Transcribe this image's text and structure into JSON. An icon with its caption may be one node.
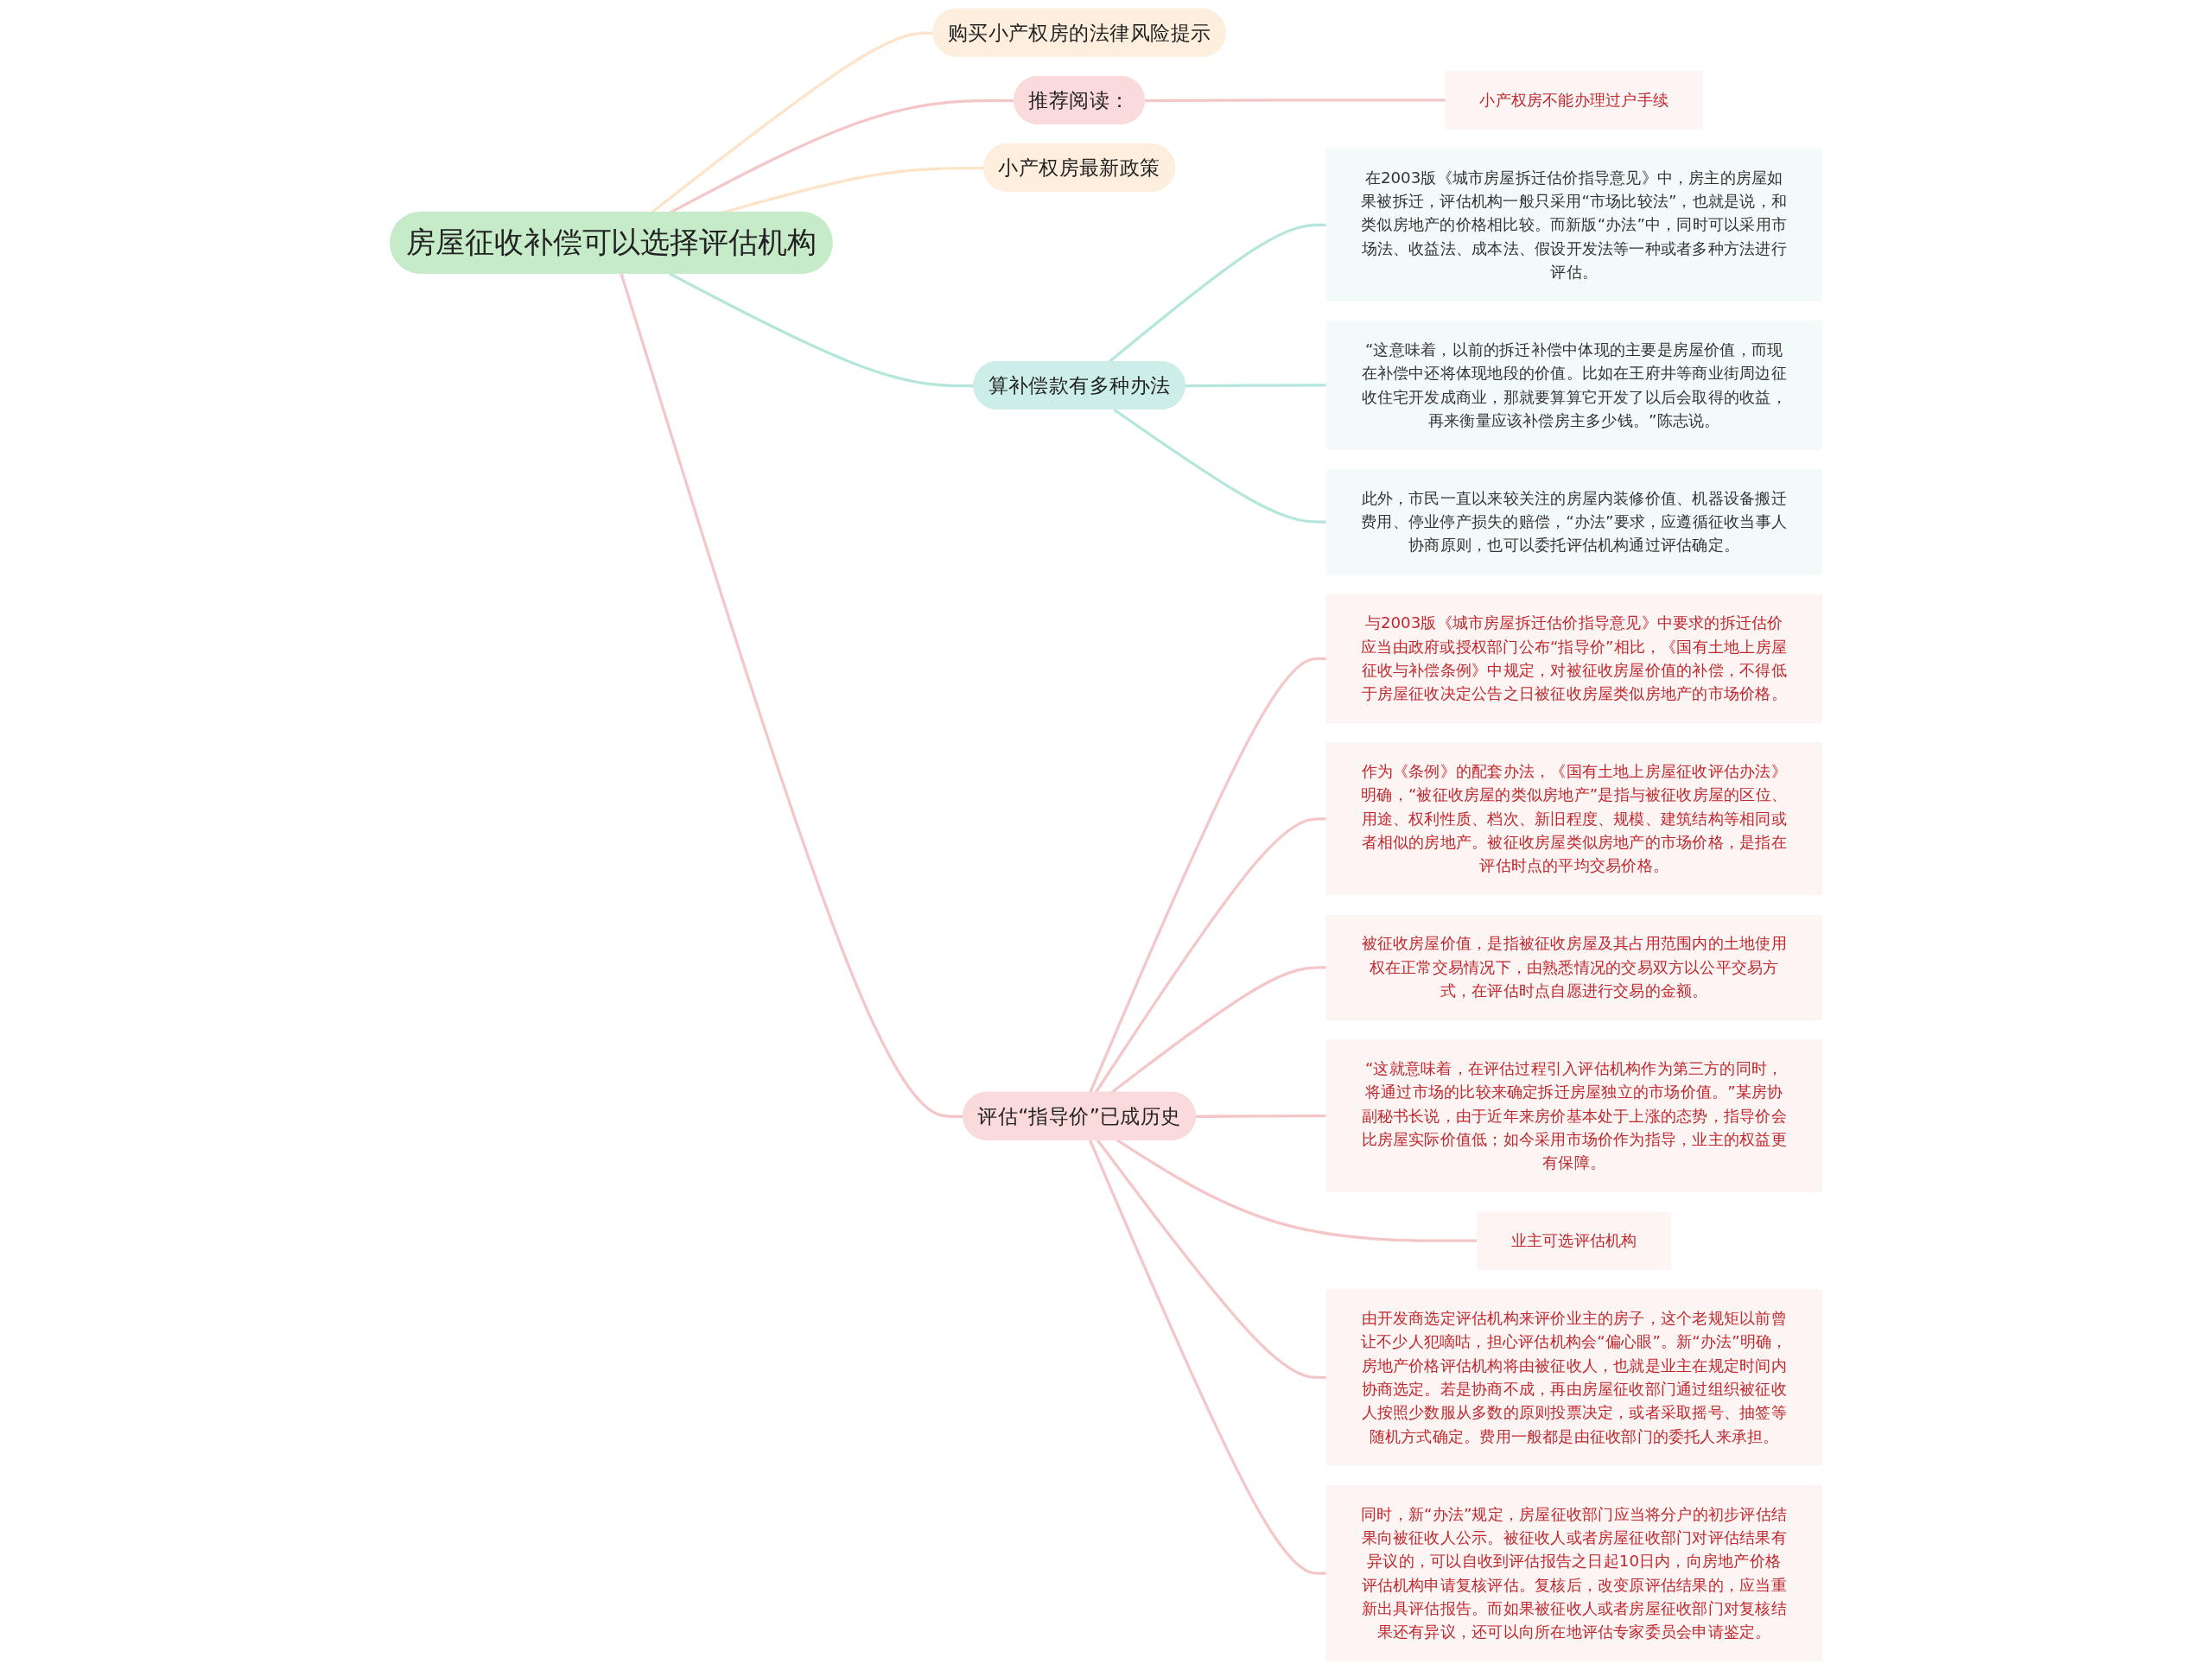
{
  "diagram": {
    "nodes": [
      {
        "text": [
          "房屋征收补偿可以选择评估机构"
        ]
      },
      {
        "text": [
          "购买小产权房的法律风险提示"
        ]
      },
      {
        "text": [
          "推荐阅读："
        ]
      },
      {
        "text": [
          "小产权房不能办理过户手续"
        ]
      },
      {
        "text": [
          "小产权房最新政策"
        ]
      },
      {
        "text": [
          "算补偿款有多种办法"
        ]
      },
      {
        "text": [
          "在2003版《城市房屋拆迁估价指导意见》中，房主的房屋如果被拆迁，评估机构一般只采用“市场比较法”，也就是说，和类似房地产的价格相比较。而新版“办法”中，同时可以采用市场法、收益法、成本法、假设开发法等一种或者多种方法进行评估。"
        ]
      },
      {
        "text": [
          "“这意味着，以前的拆迁补偿中体现的主要是房屋价值，而现在补偿中还将体现地段的价值。比如在王府井等商业街周边征收住宅开发成商业，那就要算算它开发了以后会取得的收益，再来衡量应该补偿房主多少钱。”陈志说。"
        ]
      },
      {
        "text": [
          "此外，市民一直以来较关注的房屋内装修价值、机器设备搬迁费用、停业停产损失的赔偿，“办法”要求，应遵循征收当事人协商原则，也可以委托评估机构通过评估确定。"
        ]
      },
      {
        "text": [
          "评估“指导价”已成历史"
        ]
      },
      {
        "text": [
          "与2003版《城市房屋拆迁估价指导意见》中要求的拆迁估价应当由政府或授权部门公布“指导价”相比，《国有土地上房屋征收与补偿条例》中规定，对被征收房屋价值的补偿，不得低于房屋征收决定公告之日被征收房屋类似房地产的市场价格。"
        ]
      },
      {
        "text": [
          "作为《条例》的配套办法，《国有土地上房屋征收评估办法》明确，“被征收房屋的类似房地产”是指与被征收房屋的区位、用途、权利性质、档次、新旧程度、规模、建筑结构等相同或者相似的房地产。被征收房屋类似房地产的市场价格，是指在评估时点的平均交易价格。"
        ]
      },
      {
        "text": [
          "被征收房屋价值，是指被征收房屋及其占用范围内的土地使用权在正常交易情况下，由熟悉情况的交易双方以公平交易方式，在评估时点自愿进行交易的金额。"
        ]
      },
      {
        "text": [
          "“这就意味着，在评估过程引入评估机构作为第三方的同时，将通过市场的比较来确定拆迁房屋独立的市场价值。”某房协副秘书长说，由于近年来房价基本处于上涨的态势，指导价会比房屋实际价值低；如今采用市场价作为指导，业主的权益更有保障。"
        ]
      },
      {
        "text": [
          "业主可选评估机构"
        ]
      },
      {
        "text": [
          "由开发商选定评估机构来评价业主的房子，这个老规矩以前曾让不少人犯嘀咕，担心评估机构会“偏心眼”。新“办法”明确，房地产价格评估机构将由被征收人，也就是业主在规定时间内协商选定。若是协商不成，再由房屋征收部门通过组织被征收人按照少数服从多数的原则投票决定，或者采取摇号、抽签等随机方式确定。费用一般都是由征收部门的委托人来承担。"
        ]
      },
      {
        "text": [
          "同时，新“办法”规定，房屋征收部门应当将分户的初步评估结果向被征收人公示。被征收人或者房屋征收部门对评估结果有异议的，可以自收到评估报告之日起10日内，向房地产价格评估机构申请复核评估。复核后，改变原评估结果的，应当重新出具评估报告。而如果被征收人或者房屋征收部门对复核结果还有异议，还可以向所在地评估专家委员会申请鉴定。"
        ]
      }
    ],
    "edges": [
      {
        "from": 0,
        "to": 1,
        "arrow": "none",
        "color": "#fde3c8"
      },
      {
        "from": 0,
        "to": 2,
        "arrow": "none"
      },
      {
        "from": 2,
        "to": 3,
        "arrow": "none"
      },
      {
        "from": 0,
        "to": 4,
        "arrow": "none",
        "color": "#fde3c8"
      },
      {
        "from": 0,
        "to": 5,
        "arrow": "none",
        "color": "#b5e6dc"
      },
      {
        "from": 5,
        "to": 6,
        "arrow": "none",
        "color": "#b5e6dc"
      },
      {
        "from": 5,
        "to": 7,
        "arrow": "none",
        "color": "#b5e6dc"
      },
      {
        "from": 5,
        "to": 8,
        "arrow": "none",
        "color": "#b5e6dc"
      },
      {
        "from": 0,
        "to": 9,
        "arrow": "none"
      },
      {
        "from": 9,
        "to": 10,
        "arrow": "none"
      },
      {
        "from": 9,
        "to": 11,
        "arrow": "none"
      },
      {
        "from": 9,
        "to": 12,
        "arrow": "none"
      },
      {
        "from": 9,
        "to": 13,
        "arrow": "none"
      },
      {
        "from": 9,
        "to": 14,
        "arrow": "none"
      },
      {
        "from": 9,
        "to": 15,
        "arrow": "none"
      },
      {
        "from": 9,
        "to": 16,
        "arrow": "none"
      }
    ]
  }
}
